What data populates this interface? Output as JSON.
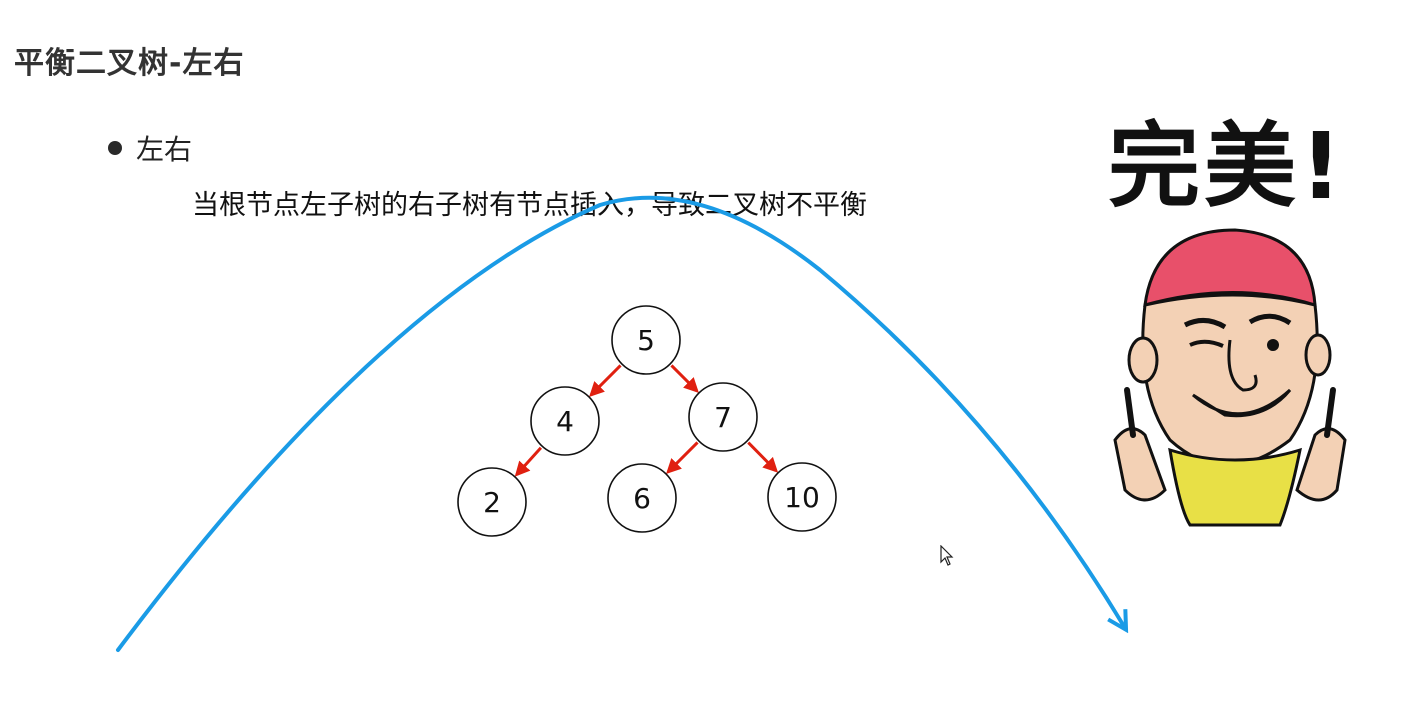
{
  "slide": {
    "title": "平衡二叉树-左右",
    "bullet": "左右",
    "description": "当根节点左子树的右子树有节点插入，导致二叉树不平衡"
  },
  "tree": {
    "nodes": [
      {
        "id": "n5",
        "label": "5"
      },
      {
        "id": "n4",
        "label": "4"
      },
      {
        "id": "n7",
        "label": "7"
      },
      {
        "id": "n2",
        "label": "2"
      },
      {
        "id": "n6",
        "label": "6"
      },
      {
        "id": "n10",
        "label": "10"
      }
    ],
    "edges": [
      {
        "from": "n5",
        "to": "n4"
      },
      {
        "from": "n5",
        "to": "n7"
      },
      {
        "from": "n4",
        "to": "n2"
      },
      {
        "from": "n7",
        "to": "n6"
      },
      {
        "from": "n7",
        "to": "n10"
      }
    ],
    "edge_color": "#e02010",
    "arc_color": "#1a9be6"
  },
  "sticker": {
    "caption": "完美!",
    "face_icon": "cartoon-face-icon"
  }
}
